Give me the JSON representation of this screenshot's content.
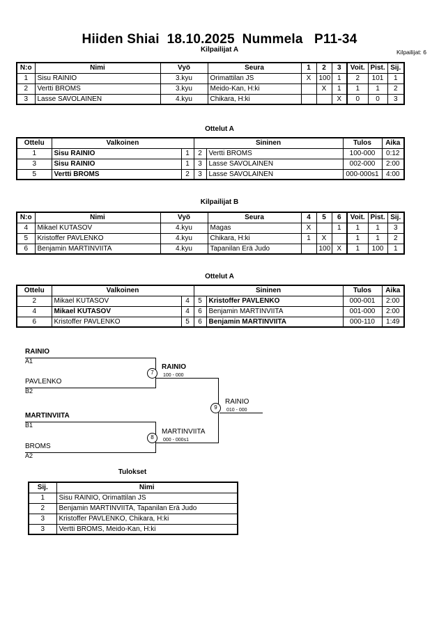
{
  "document": {
    "title": "Hiiden Shiai  18.10.2025  Nummela   P11-34",
    "competitor_count_label": "Kilpailijat: 6"
  },
  "pool_a": {
    "caption": "Kilpailijat A",
    "headers": [
      "N:o",
      "Nimi",
      "Vyö",
      "Seura",
      "1",
      "2",
      "3",
      "Voit.",
      "Pist.",
      "Sij."
    ],
    "rows": [
      {
        "no": "1",
        "name": "Sisu RAINIO",
        "belt": "3.kyu",
        "club": "Orimattilan JS",
        "m1": "X",
        "m2": "100",
        "m3": "1",
        "wins": "2",
        "points": "101",
        "rank": "1"
      },
      {
        "no": "2",
        "name": "Vertti BROMS",
        "belt": "3.kyu",
        "club": "Meido-Kan, H:ki",
        "m1": "",
        "m2": "X",
        "m3": "1",
        "wins": "1",
        "points": "1",
        "rank": "2"
      },
      {
        "no": "3",
        "name": "Lasse SAVOLAINEN",
        "belt": "4.kyu",
        "club": "Chikara, H:ki",
        "m1": "",
        "m2": "",
        "m3": "X",
        "wins": "0",
        "points": "0",
        "rank": "3"
      }
    ]
  },
  "matches_a": {
    "caption": "Ottelut A",
    "headers": [
      "Ottelu",
      "Valkoinen",
      "",
      "",
      "Sininen",
      "Tulos",
      "Aika"
    ],
    "rows": [
      {
        "no": "1",
        "white": "Sisu RAINIO",
        "white_bold": true,
        "wn": "1",
        "bn": "2",
        "blue": "Vertti BROMS",
        "blue_bold": false,
        "result": "100-000",
        "time": "0:12"
      },
      {
        "no": "3",
        "white": "Sisu RAINIO",
        "white_bold": true,
        "wn": "1",
        "bn": "3",
        "blue": "Lasse SAVOLAINEN",
        "blue_bold": false,
        "result": "002-000",
        "time": "2:00"
      },
      {
        "no": "5",
        "white": "Vertti BROMS",
        "white_bold": true,
        "wn": "2",
        "bn": "3",
        "blue": "Lasse SAVOLAINEN",
        "blue_bold": false,
        "result": "000-000s1",
        "time": "4:00"
      }
    ]
  },
  "pool_b": {
    "caption": "Kilpailijat B",
    "headers": [
      "N:o",
      "Nimi",
      "Vyö",
      "Seura",
      "4",
      "5",
      "6",
      "Voit.",
      "Pist.",
      "Sij."
    ],
    "rows": [
      {
        "no": "4",
        "name": "Mikael KUTASOV",
        "belt": "4.kyu",
        "club": "Magas",
        "m1": "",
        "m2": "",
        "m3": "1",
        "wins": "1",
        "points": "1",
        "rank": "3"
      },
      {
        "no": "5",
        "name": "Kristoffer PAVLENKO",
        "belt": "4.kyu",
        "club": "Chikara, H:ki",
        "m1": "1",
        "m2": "X",
        "m3": "",
        "wins": "1",
        "points": "1",
        "rank": "2"
      },
      {
        "no": "6",
        "name": "Benjamin MARTINVIITA",
        "belt": "4.kyu",
        "club": "Tapanilan Erä Judo",
        "m1": "",
        "m2": "100",
        "m3": "X",
        "wins": "1",
        "points": "100",
        "rank": "1"
      }
    ],
    "diagonal": [
      "X",
      "X",
      "X"
    ]
  },
  "matches_b": {
    "caption": "Ottelut A",
    "headers": [
      "Ottelu",
      "Valkoinen",
      "",
      "",
      "Sininen",
      "Tulos",
      "Aika"
    ],
    "rows": [
      {
        "no": "2",
        "white": "Mikael KUTASOV",
        "white_bold": false,
        "wn": "4",
        "bn": "5",
        "blue": "Kristoffer PAVLENKO",
        "blue_bold": true,
        "result": "000-001",
        "time": "2:00"
      },
      {
        "no": "4",
        "white": "Mikael KUTASOV",
        "white_bold": true,
        "wn": "4",
        "bn": "6",
        "blue": "Benjamin MARTINVIITA",
        "blue_bold": false,
        "result": "001-000",
        "time": "2:00"
      },
      {
        "no": "6",
        "white": "Kristoffer PAVLENKO",
        "white_bold": false,
        "wn": "5",
        "bn": "6",
        "blue": "Benjamin MARTINVIITA",
        "blue_bold": true,
        "result": "000-110",
        "time": "1:49"
      }
    ]
  },
  "bracket": {
    "seeds": [
      {
        "name": "RAINIO",
        "code": "A1",
        "winner": true
      },
      {
        "name": "PAVLENKO",
        "code": "B2",
        "winner": false
      },
      {
        "name": "MARTINVIITA",
        "code": "B1",
        "winner": true
      },
      {
        "name": "BROMS",
        "code": "A2",
        "winner": false
      }
    ],
    "nodes": [
      {
        "id": "7",
        "name": "RAINIO",
        "score": "100 - 000",
        "winner": true
      },
      {
        "id": "8",
        "name": "MARTINVIITA",
        "score": "000 - 000s1",
        "winner": false
      },
      {
        "id": "9",
        "name": "RAINIO",
        "score": "010 - 000",
        "winner": false
      }
    ]
  },
  "results": {
    "caption": "Tulokset",
    "headers": [
      "Sij.",
      "Nimi"
    ],
    "rows": [
      {
        "rank": "1",
        "name": "Sisu RAINIO, Orimattilan JS"
      },
      {
        "rank": "2",
        "name": "Benjamin MARTINVIITA, Tapanilan Erä Judo"
      },
      {
        "rank": "3",
        "name": "Kristoffer PAVLENKO, Chikara, H:ki"
      },
      {
        "rank": "3",
        "name": "Vertti BROMS, Meido-Kan, H:ki"
      }
    ]
  }
}
